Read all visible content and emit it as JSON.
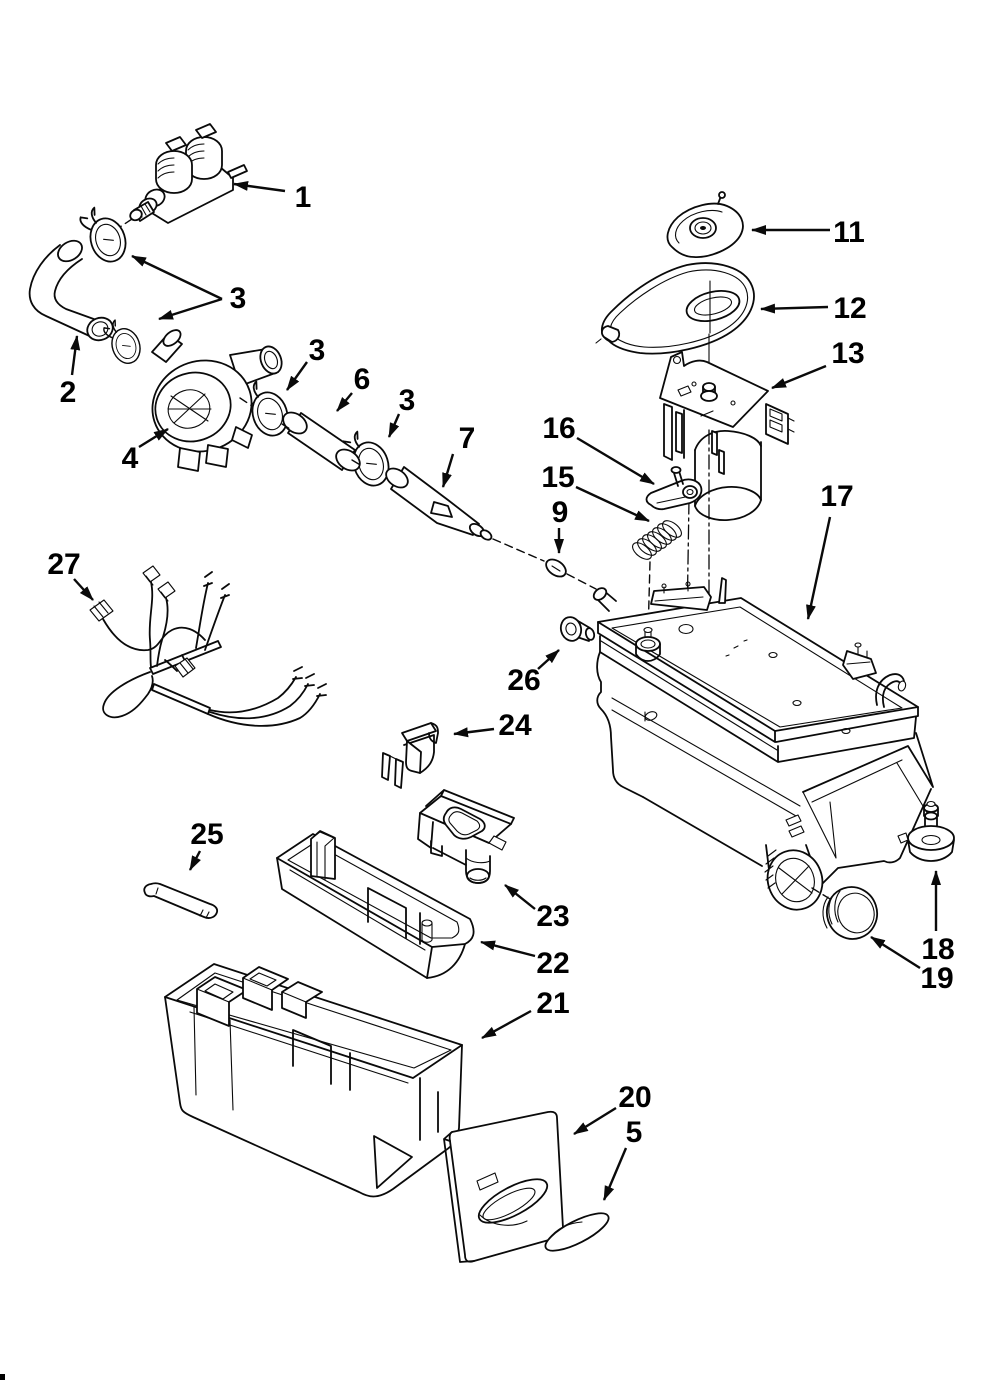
{
  "page": {
    "background": "#ffffff",
    "ink": "#000000"
  },
  "diagram": {
    "type": "exploded-parts-diagram",
    "callouts": [
      {
        "label": "1"
      },
      {
        "label": "2"
      },
      {
        "label": "3"
      },
      {
        "label": "3"
      },
      {
        "label": "6"
      },
      {
        "label": "3"
      },
      {
        "label": "4"
      },
      {
        "label": "7"
      },
      {
        "label": "16"
      },
      {
        "label": "15"
      },
      {
        "label": "9"
      },
      {
        "label": "11"
      },
      {
        "label": "12"
      },
      {
        "label": "13"
      },
      {
        "label": "17"
      },
      {
        "label": "27"
      },
      {
        "label": "26"
      },
      {
        "label": "24"
      },
      {
        "label": "25"
      },
      {
        "label": "23"
      },
      {
        "label": "22"
      },
      {
        "label": "21"
      },
      {
        "label": "18"
      },
      {
        "label": "19"
      },
      {
        "label": "20"
      },
      {
        "label": "5"
      }
    ]
  }
}
